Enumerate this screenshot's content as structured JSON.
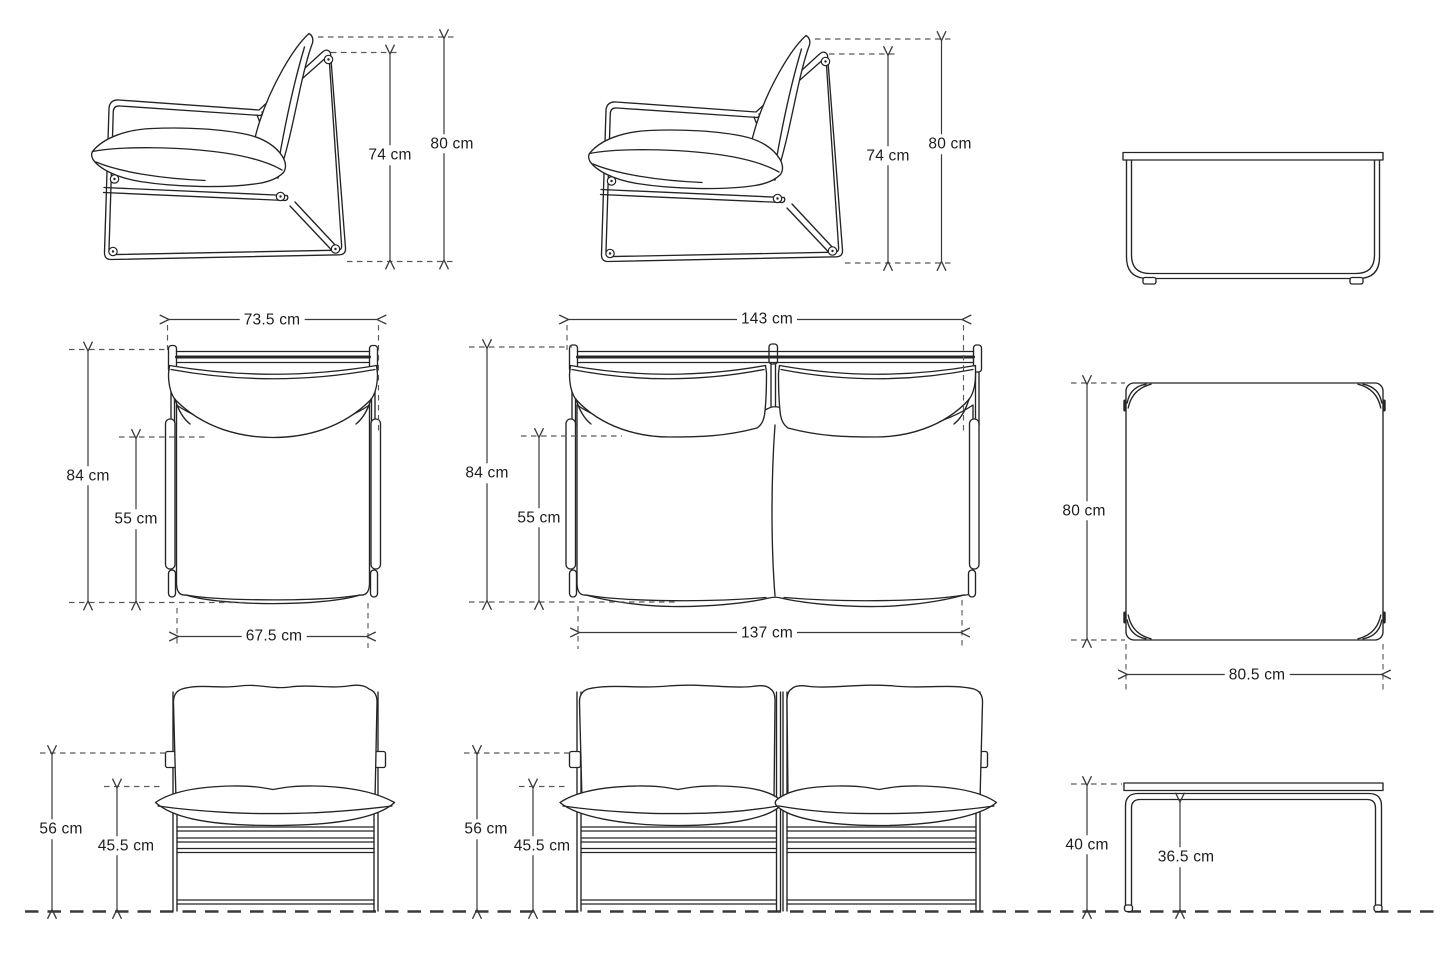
{
  "diagram": {
    "type": "furniture-dimension-drawing",
    "unit": "cm",
    "line_color": "#242424",
    "dimension_color": "#3a3a3a"
  },
  "views": {
    "armchair_side": {
      "dims": {
        "back_height": "74 cm",
        "total_height": "80 cm"
      }
    },
    "sofa_side": {
      "dims": {
        "back_height": "74 cm",
        "total_height": "80 cm"
      }
    },
    "coffee_table_side": {
      "dims": {}
    },
    "armchair_top": {
      "dims": {
        "overall_width": "73.5 cm",
        "overall_depth": "84 cm",
        "seat_depth": "55 cm",
        "seat_width": "67.5 cm"
      }
    },
    "sofa_top": {
      "dims": {
        "overall_width": "143 cm",
        "overall_depth": "84 cm",
        "seat_depth": "55 cm",
        "seat_width": "137 cm"
      }
    },
    "coffee_table_top": {
      "dims": {
        "depth": "80 cm",
        "width": "80.5 cm"
      }
    },
    "armchair_front": {
      "dims": {
        "frame_height": "56 cm",
        "seat_height": "45.5 cm"
      }
    },
    "sofa_front": {
      "dims": {
        "frame_height": "56 cm",
        "seat_height": "45.5 cm"
      }
    },
    "coffee_table_front": {
      "dims": {
        "total_height": "40 cm",
        "clearance_height": "36.5 cm"
      }
    }
  }
}
